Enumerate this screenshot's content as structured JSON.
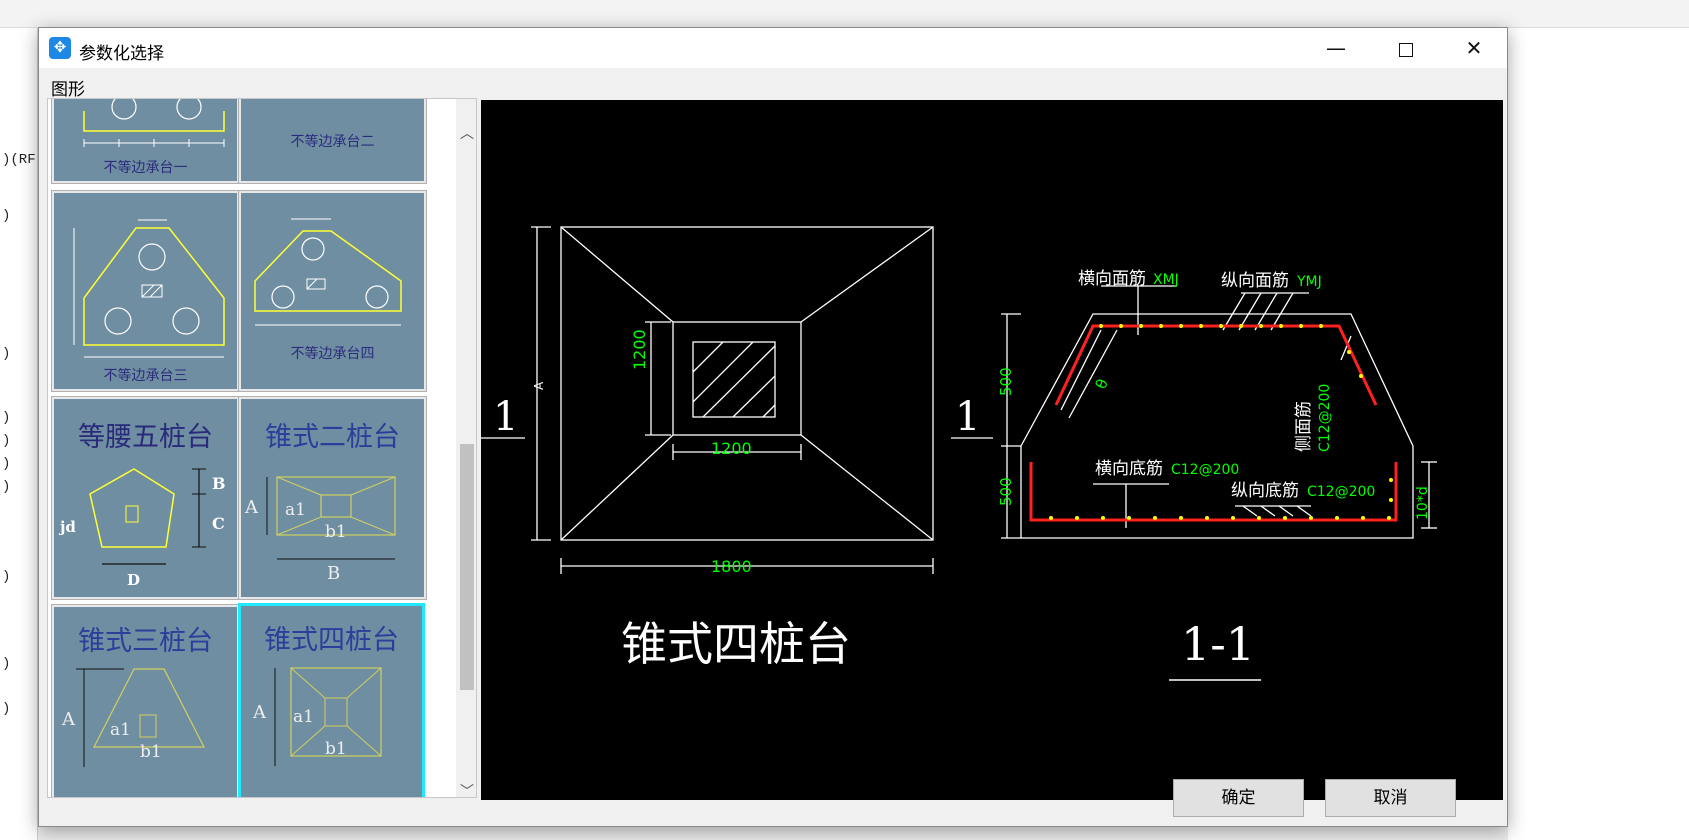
{
  "dialog": {
    "title": "参数化选择",
    "minimize_glyph": "—",
    "close_glyph": "✕",
    "group_label": "图形",
    "ok_label": "确定",
    "cancel_label": "取消"
  },
  "background": {
    "fragments": [
      ")(RF",
      ")",
      ")",
      ")",
      ")",
      ")",
      ")",
      ")",
      ")",
      ")"
    ]
  },
  "thumbnails": [
    {
      "caption": "不等边承台一"
    },
    {
      "caption": "不等边承台二"
    },
    {
      "caption": "不等边承台三"
    },
    {
      "caption": "不等边承台四"
    },
    {
      "title": "等腰五桩台",
      "labels": [
        "B",
        "C",
        "jd",
        "D"
      ]
    },
    {
      "title": "锥式二桩台",
      "labels": [
        "A",
        "a1",
        "b1",
        "B"
      ]
    },
    {
      "title": "锥式三桩台",
      "labels": [
        "A",
        "a1",
        "b1"
      ]
    },
    {
      "title": "锥式四桩台",
      "labels": [
        "A",
        "a1",
        "b1"
      ],
      "selected": true
    }
  ],
  "preview": {
    "plan": {
      "title": "锥式四桩台",
      "section_mark": "1",
      "dim_inner_vertical": "1200",
      "dim_inner_horizontal": "1200",
      "dim_outer_horizontal": "1800",
      "dim_outer_vertical": "A"
    },
    "section": {
      "title": "1-1",
      "top_transverse": "横向面筋",
      "top_transverse_code": "XMJ",
      "top_longitudinal": "纵向面筋",
      "top_longitudinal_code": "YMJ",
      "side": "侧面筋",
      "side_code": "C12@200",
      "bottom_transverse": "横向底筋",
      "bottom_transverse_code": "C12@200",
      "bottom_longitudinal": "纵向底筋",
      "bottom_longitudinal_code": "C12@200",
      "dim_upper": "500",
      "dim_lower": "500",
      "dim_anchor": "10*d",
      "angle": "θ"
    },
    "colors": {
      "line": "#ffffff",
      "dimension": "#00ff00",
      "rebar": "#ff2020",
      "rebar_dot": "#ffff00"
    }
  }
}
